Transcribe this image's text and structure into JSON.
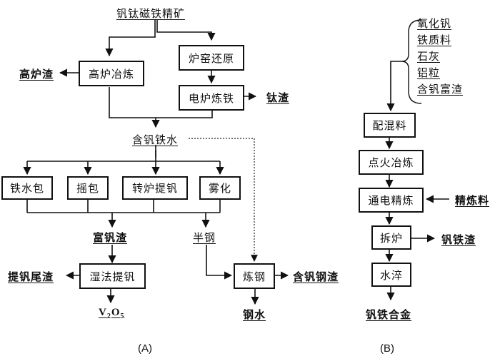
{
  "diagram_a": {
    "caption": "(A)",
    "source": "钒钛磁铁精矿",
    "nodes": {
      "blast_furnace": "高炉冶炼",
      "kiln_reduction": "炉窑还原",
      "electric_furnace": "电炉炼铁",
      "ladle": "铁水包",
      "shaking_ladle": "摇包",
      "converter": "转炉提钒",
      "atomize": "雾化",
      "wet_extraction": "湿法提钒",
      "steelmaking": "炼钢"
    },
    "products": {
      "blast_slag": "高炉渣",
      "ti_slag": "钛渣",
      "v_hot_metal": "含钒铁水",
      "v_rich_slag": "富钒渣",
      "semi_steel": "半钢",
      "tailings": "提钒尾渣",
      "v2o5_main": "V",
      "v2o5_sub1": "2",
      "v2o5_mid": "O",
      "v2o5_sub2": "5",
      "v_steel_slag": "含钒钢渣",
      "molten_steel": "钢水"
    }
  },
  "diagram_b": {
    "caption": "(B)",
    "inputs": [
      "氧化钒",
      "铁质料",
      "石灰",
      "铝粒",
      "含钒富渣"
    ],
    "nodes": {
      "mixing": "配混料",
      "ignition": "点火冶炼",
      "refining": "通电精炼",
      "dismantle": "拆炉",
      "quench": "水淬"
    },
    "products": {
      "refining_material": "精炼料",
      "fev_slag": "钒铁渣",
      "fev_alloy": "钒铁合金"
    }
  }
}
